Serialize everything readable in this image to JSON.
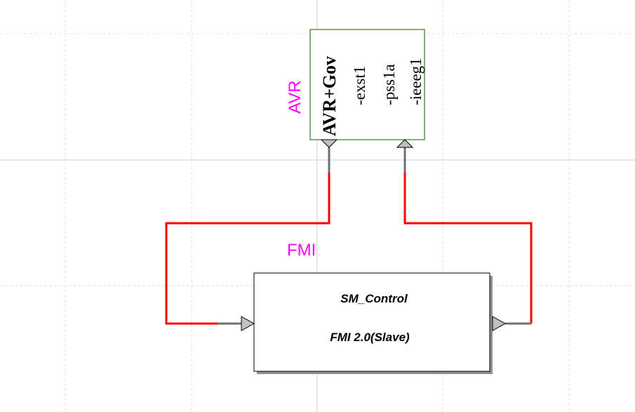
{
  "canvas": {
    "background": "#ffffff"
  },
  "avr_block": {
    "label": "AVR",
    "title": "AVR+Gov",
    "lines": [
      "-exst1",
      "-pss1a",
      "-ieeeg1"
    ],
    "border_color": "#006400"
  },
  "fmi_block": {
    "label": "FMI",
    "name": "SM_Control",
    "type": "FMI 2.0(Slave)"
  },
  "colors": {
    "wire": "#ff0000",
    "label": "#ff00ff",
    "port": "#c0c0c0"
  }
}
